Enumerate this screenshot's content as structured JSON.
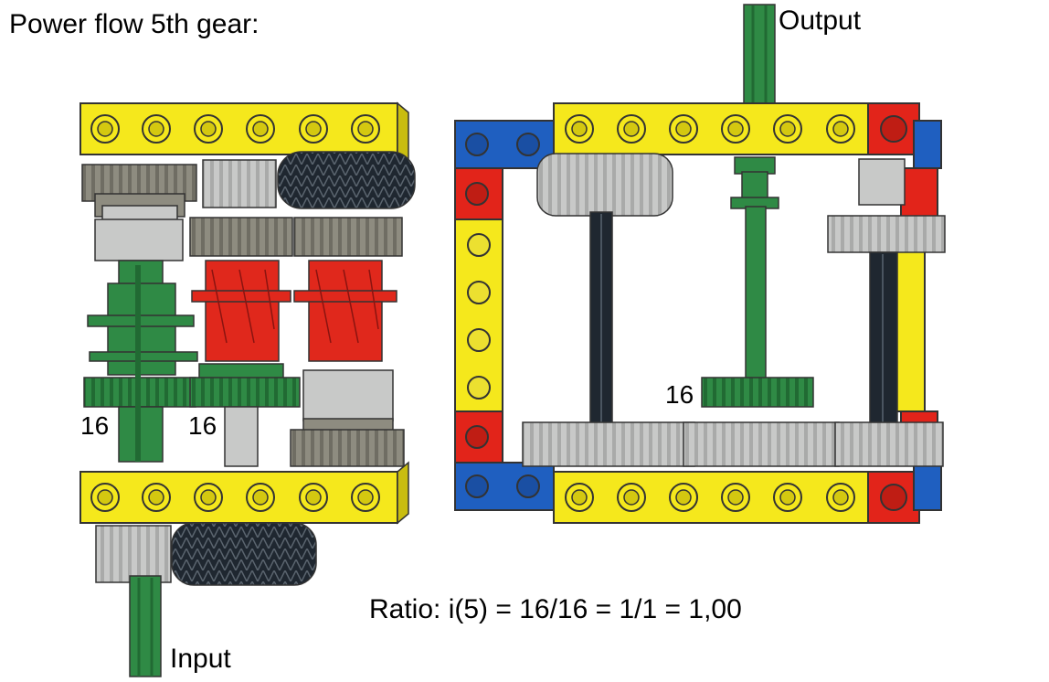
{
  "title": "Power flow 5th gear:",
  "labels": {
    "output": "Output",
    "input": "Input",
    "left_gear_a": "16",
    "left_gear_b": "16",
    "right_gear": "16"
  },
  "ratio_text": "Ratio: i(5) = 16/16 = 1/1 = 1,00",
  "colors": {
    "beam_yellow": "#f5e81c",
    "brick_red": "#e2241a",
    "brick_blue": "#1f5fc0",
    "axle_green": "#2f8a45",
    "gear_light_gray": "#c8c9c8",
    "gear_dark_gray": "#8e8c80",
    "gear_black": "#1f2730",
    "clutch_red": "#e0281c"
  }
}
